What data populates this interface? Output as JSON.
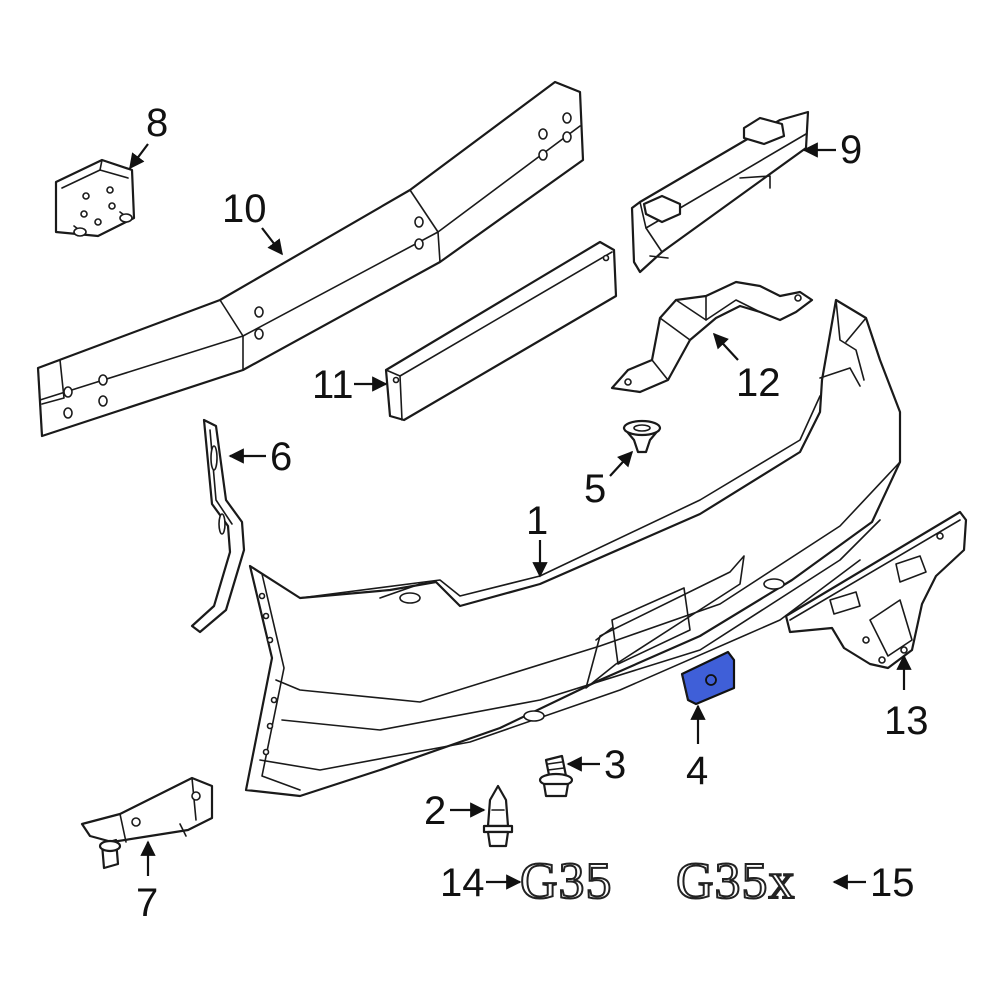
{
  "callouts": {
    "c1": "1",
    "c2": "2",
    "c3": "3",
    "c4": "4",
    "c5": "5",
    "c6": "6",
    "c7": "7",
    "c8": "8",
    "c9": "9",
    "c10": "10",
    "c11": "11",
    "c12": "12",
    "c13": "13",
    "c14": "14",
    "c15": "15"
  },
  "emblems": {
    "g35": "G35",
    "g35x": "G35x"
  },
  "colors": {
    "highlight": "#3f5fd8",
    "line": "#1a1a1a"
  },
  "highlighted_part": "4"
}
